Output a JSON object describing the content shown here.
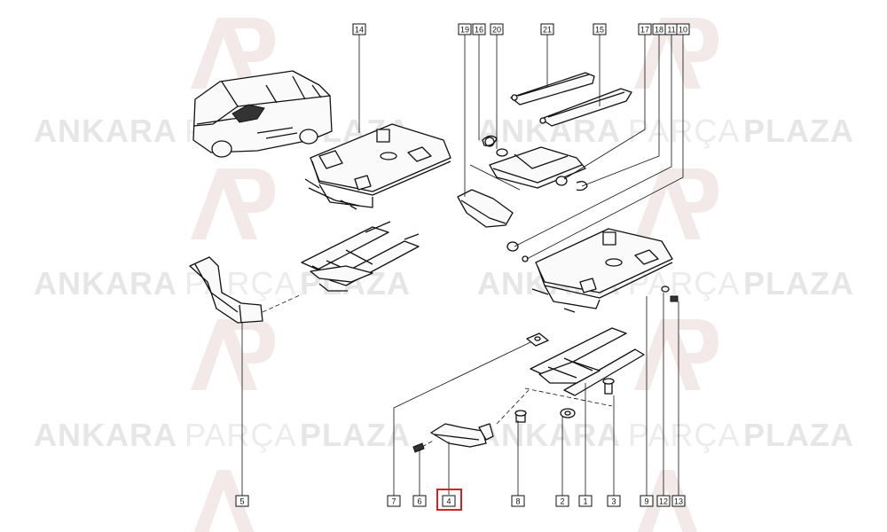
{
  "watermark": {
    "word1": "ANKARA",
    "word2": "PARÇA",
    "word3": "PLAZA",
    "logo_color": "#c7161d"
  },
  "highlight_color": "#d61f26",
  "highlighted_callout": "4",
  "callouts": [
    {
      "id": "14",
      "label": "14"
    },
    {
      "id": "19",
      "label": "19"
    },
    {
      "id": "16",
      "label": "16"
    },
    {
      "id": "20",
      "label": "20"
    },
    {
      "id": "21",
      "label": "21"
    },
    {
      "id": "15",
      "label": "15"
    },
    {
      "id": "17",
      "label": "17"
    },
    {
      "id": "18",
      "label": "18"
    },
    {
      "id": "11",
      "label": "11"
    },
    {
      "id": "10",
      "label": "10"
    },
    {
      "id": "5",
      "label": "5"
    },
    {
      "id": "6",
      "label": "6"
    },
    {
      "id": "4",
      "label": "4"
    },
    {
      "id": "7",
      "label": "7"
    },
    {
      "id": "8",
      "label": "8"
    },
    {
      "id": "2",
      "label": "2"
    },
    {
      "id": "1",
      "label": "1"
    },
    {
      "id": "3",
      "label": "3"
    },
    {
      "id": "9",
      "label": "9"
    },
    {
      "id": "12",
      "label": "12"
    },
    {
      "id": "13",
      "label": "13"
    }
  ]
}
